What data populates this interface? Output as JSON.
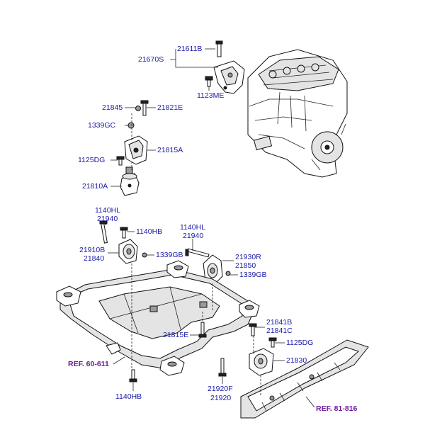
{
  "diagram": {
    "part_labels": {
      "p21611B": "21611B",
      "p21670S": "21670S",
      "p1123ME": "1123ME",
      "p21845": "21845",
      "p21821E": "21821E",
      "p1339GC": "1339GC",
      "p21815A": "21815A",
      "p1125DG_top": "1125DG",
      "p21810A": "21810A",
      "p1140HL_left": "1140HL",
      "p21940_left": "21940",
      "p1140HB_top": "1140HB",
      "p1140HL_right": "1140HL",
      "p21940_right": "21940",
      "p21910B": "21910B",
      "p21840": "21840",
      "p1339GB_left": "1339GB",
      "p21930R": "21930R",
      "p21850": "21850",
      "p1339GB_right": "1339GB",
      "p21841B": "21841B",
      "p21841C": "21841C",
      "p21815E": "21815E",
      "p1125DG_bottom": "1125DG",
      "p21830": "21830",
      "p21920F": "21920F",
      "p21920": "21920",
      "p1140HB_bottom": "1140HB"
    },
    "references": {
      "ref_left": "REF. 60-611",
      "ref_right": "REF. 81-816"
    },
    "colors": {
      "label": "#1a1aa8",
      "reference": "#6a1a9a",
      "line": "#222222"
    }
  }
}
